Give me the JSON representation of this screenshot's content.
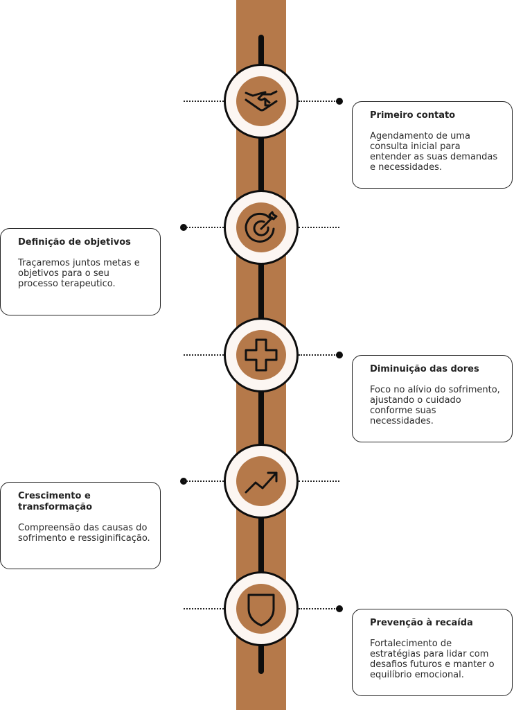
{
  "colors": {
    "accent": "#b5794a",
    "node_fill": "#fcf6f2",
    "line": "#0d0d0d"
  },
  "steps": [
    {
      "icon": "handshake-icon",
      "title": "Primeiro contato",
      "text": "Agendamento de uma consulta inicial para entender as suas demandas e necessidades.",
      "side": "right"
    },
    {
      "icon": "target-icon",
      "title": "Definição de objetivos",
      "text": "Traçaremos juntos metas e objetivos para o seu processo terapeutico.",
      "side": "left"
    },
    {
      "icon": "plus-icon",
      "title": "Diminuição das dores",
      "text": "Foco no alívio do sofrimento, ajustando o cuidado conforme suas necessidades.",
      "side": "right"
    },
    {
      "icon": "trend-up-icon",
      "title": "Crescimento e transformação",
      "text": "Compreensão das causas do sofrimento e ressiginificação.",
      "side": "left"
    },
    {
      "icon": "shield-icon",
      "title": "Prevenção à recaída",
      "text": "Fortalecimento de estratégias para lidar com desafios futuros e manter o equilíbrio emocional.",
      "side": "right"
    }
  ]
}
